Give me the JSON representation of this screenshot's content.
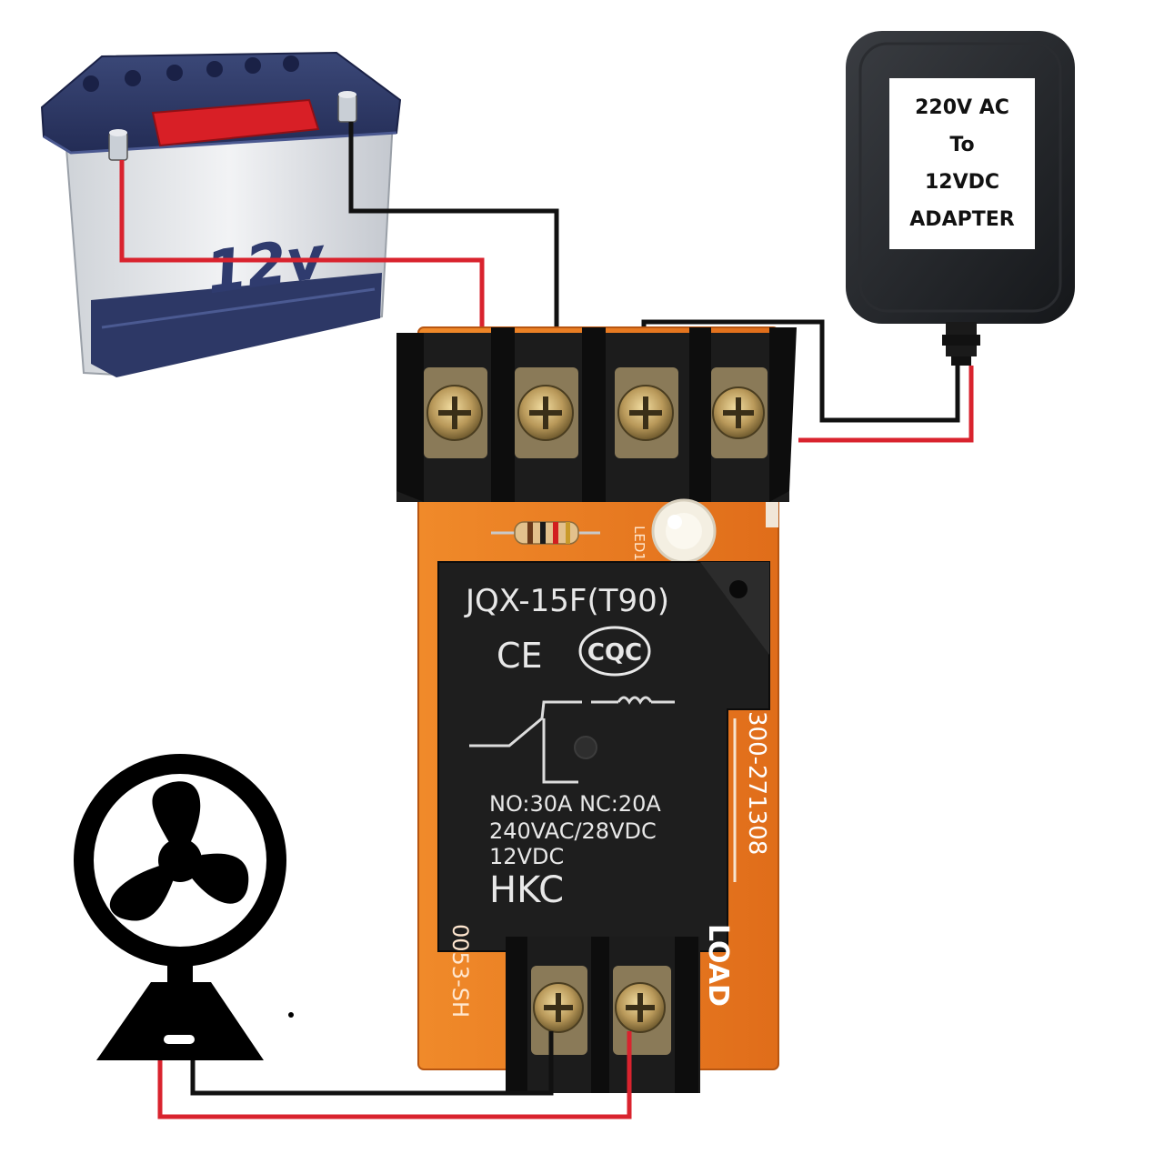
{
  "battery": {
    "label": "12v"
  },
  "adapter": {
    "lines": [
      "220V AC",
      "To",
      "12VDC",
      "ADAPTER"
    ]
  },
  "relay": {
    "model": "JQX-15F(T90)",
    "ce_mark": "CE",
    "cqc_mark": "CQC",
    "ratings": [
      "NO:30A NC:20A",
      "240VAC/28VDC",
      "12VDC"
    ],
    "brand": "HKC"
  },
  "board": {
    "led_label": "LED1",
    "part_code_right": "300-271308",
    "part_code_left": "0053-SH",
    "load_label": "LOAD"
  },
  "colors": {
    "wire_positive": "#d9232e",
    "wire_negative": "#111111",
    "pcb": "#e8741e",
    "relay_body": "#1e1e1e",
    "battery_top": "#2e3a6b"
  },
  "icons": [
    "battery-icon",
    "adapter-icon",
    "relay-board-icon",
    "fan-icon"
  ]
}
